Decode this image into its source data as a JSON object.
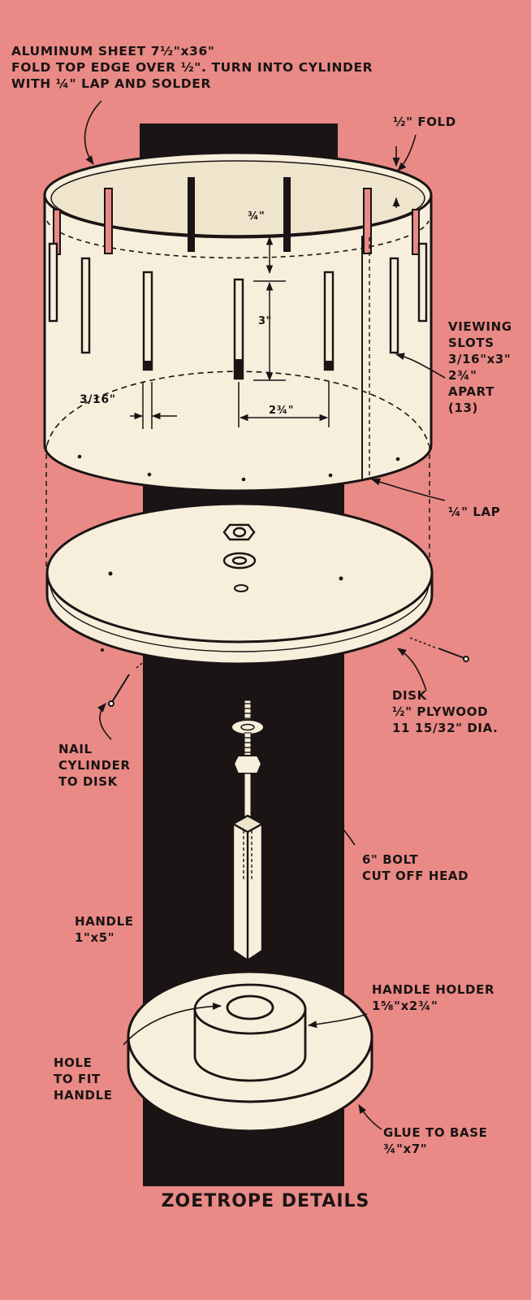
{
  "title": "ZOETROPE DETAILS",
  "colors": {
    "background": "#e98a86",
    "ink": "#1a1414",
    "part": "#f7eedb",
    "column": "#1b1414"
  },
  "labels": {
    "aluminum": [
      "ALUMINUM SHEET 7½\"x36\"",
      "FOLD TOP EDGE OVER ½\". TURN INTO CYLINDER",
      "WITH ¼\" LAP AND SOLDER"
    ],
    "fold": "½\" FOLD",
    "viewing_slots": [
      "VIEWING",
      "SLOTS",
      "3/16\"x3\"",
      "2¾\"",
      "APART",
      "(13)"
    ],
    "lap": "¼\" LAP",
    "disk": [
      "DISK",
      "½\" PLYWOOD",
      "11 15/32\" DIA."
    ],
    "nail": [
      "NAIL",
      "CYLINDER",
      "TO DISK"
    ],
    "bolt": [
      "6\" BOLT",
      "CUT OFF HEAD"
    ],
    "handle": [
      "HANDLE",
      "1\"x5\""
    ],
    "handle_holder": [
      "HANDLE HOLDER",
      "1⅝\"x2¾\""
    ],
    "hole": [
      "HOLE",
      "TO FIT",
      "HANDLE"
    ],
    "glue": [
      "GLUE TO BASE",
      "¾\"x7\""
    ]
  },
  "dimensions": {
    "slot_spacing": "2¾\"",
    "slot_width": "3/16\"",
    "slot_top": "¾\"",
    "slot_length": "3\""
  }
}
